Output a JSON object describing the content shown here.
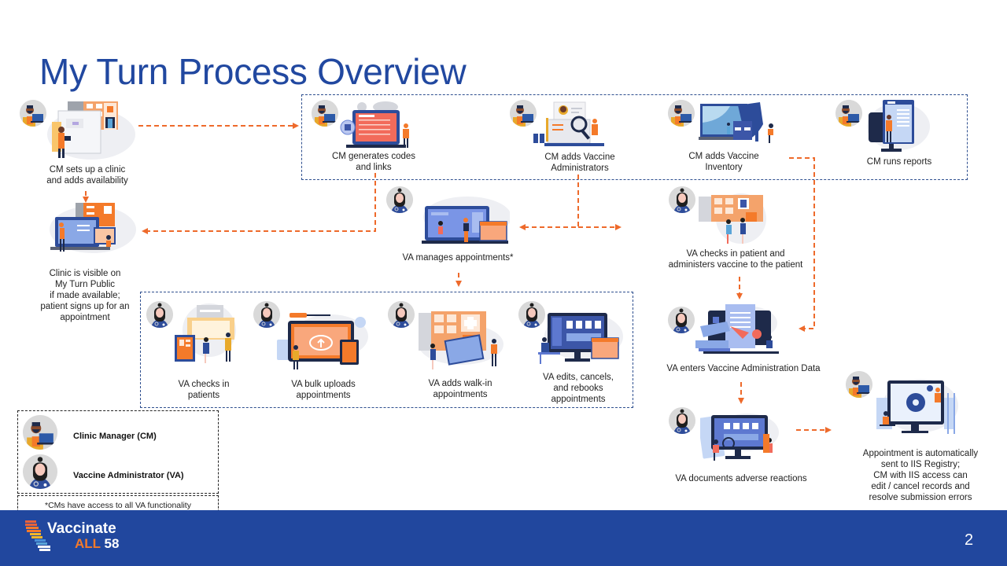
{
  "slide": {
    "title": "My Turn Process Overview",
    "page_number": "2",
    "accent_color": "#2148a0",
    "arrow_color": "#ee6a2b"
  },
  "steps": {
    "cm_setup": {
      "label": [
        "CM sets up a clinic",
        "and adds availability"
      ],
      "role": "CM",
      "icon": "clinic-setup-illustration"
    },
    "clinic_visible": {
      "label": [
        "Clinic is visible on",
        "My Turn Public",
        "if made available;",
        "patient signs up for an",
        "appointment"
      ],
      "icon": "public-clinic-illustration"
    },
    "cm_codes": {
      "label": [
        "CM generates codes",
        "and links"
      ],
      "role": "CM",
      "icon": "codes-links-illustration"
    },
    "cm_add_va": {
      "label": [
        "CM adds Vaccine",
        "Administrators"
      ],
      "role": "CM",
      "icon": "add-administrators-illustration"
    },
    "cm_inventory": {
      "label": [
        "CM adds Vaccine",
        "Inventory"
      ],
      "role": "CM",
      "icon": "vaccine-inventory-illustration"
    },
    "cm_reports": {
      "label": [
        "CM runs reports"
      ],
      "role": "CM",
      "icon": "reports-illustration"
    },
    "va_manage": {
      "label": [
        "VA manages appointments*"
      ],
      "role": "VA",
      "icon": "manage-appointments-illustration"
    },
    "va_checkin_admin": {
      "label": [
        "VA checks in patient and",
        "administers vaccine to the patient"
      ],
      "role": "VA",
      "icon": "checkin-administer-illustration"
    },
    "va_checkin": {
      "label": [
        "VA checks in",
        "patients"
      ],
      "role": "VA",
      "icon": "checkin-illustration"
    },
    "va_bulk": {
      "label": [
        "VA bulk uploads",
        "appointments"
      ],
      "role": "VA",
      "icon": "bulk-upload-illustration"
    },
    "va_walkin": {
      "label": [
        "VA adds walk-in",
        "appointments"
      ],
      "role": "VA",
      "icon": "walk-in-illustration"
    },
    "va_edit": {
      "label": [
        "VA edits, cancels,",
        "and rebooks",
        "appointments"
      ],
      "role": "VA",
      "icon": "edit-rebook-illustration"
    },
    "va_enter_data": {
      "label": [
        "VA enters Vaccine Administration Data"
      ],
      "role": "VA",
      "icon": "enter-data-illustration"
    },
    "va_adverse": {
      "label": [
        "VA documents adverse reactions"
      ],
      "role": "VA",
      "icon": "adverse-reactions-illustration"
    },
    "iis": {
      "label": [
        "Appointment is automatically",
        "sent to IIS Registry;",
        "CM with IIS access can",
        "edit / cancel records and",
        "resolve submission errors"
      ],
      "role": "CM",
      "icon": "iis-registry-illustration"
    }
  },
  "legend": {
    "cm": "Clinic Manager (CM)",
    "va": "Vaccine Administrator (VA)",
    "note": "*CMs have access to all VA functionality"
  },
  "logo": {
    "line1": "Vaccinate",
    "all": "ALL",
    "num": "58"
  }
}
